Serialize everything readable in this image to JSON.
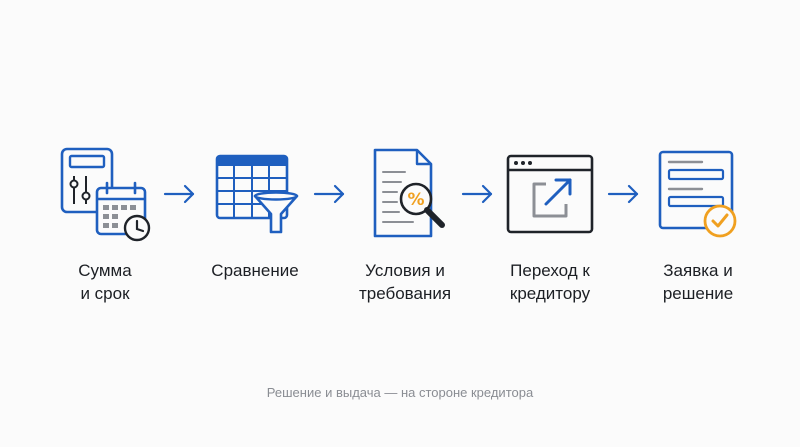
{
  "steps": [
    {
      "label": "Сумма\nи срок",
      "icon": "calculator-calendar-icon"
    },
    {
      "label": "Сравнение",
      "icon": "table-filter-icon"
    },
    {
      "label": "Условия и\nтребования",
      "icon": "document-percent-magnifier-icon"
    },
    {
      "label": "Переход к\nкредитору",
      "icon": "browser-external-link-icon"
    },
    {
      "label": "Заявка и\nрешение",
      "icon": "form-checkmark-icon"
    }
  ],
  "footnote": "Решение и выдача — на стороне кредитора",
  "colors": {
    "blue": "#1f5fbf",
    "dark": "#1f2329",
    "orange": "#f0a020",
    "gray": "#8c8f95"
  }
}
